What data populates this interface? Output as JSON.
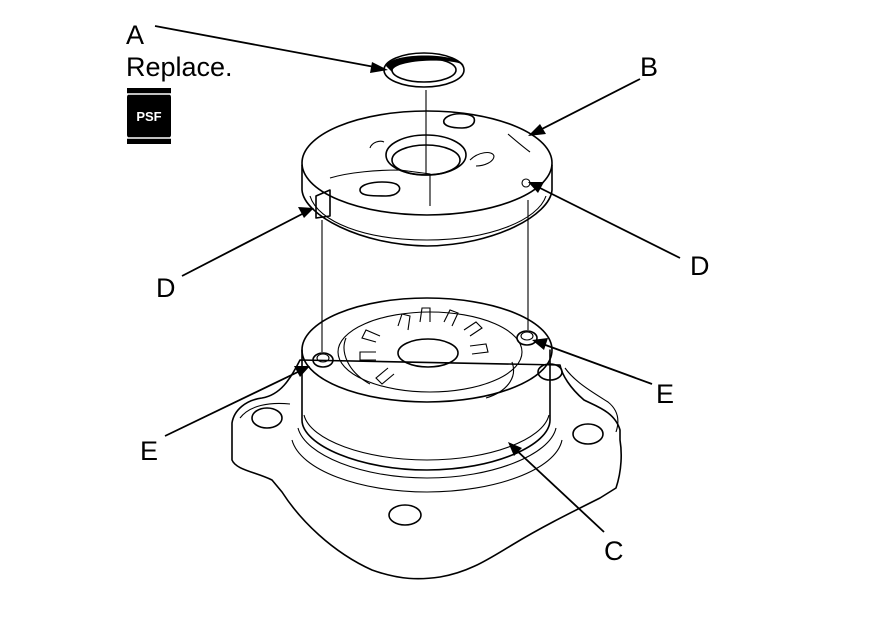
{
  "callouts": {
    "a": "A",
    "a_note": "Replace.",
    "b": "B",
    "c": "C",
    "d_left": "D",
    "d_right": "D",
    "e_left": "E",
    "e_right": "E"
  },
  "psf_icon": {
    "label": "PSF"
  },
  "colors": {
    "line": "#000000",
    "background": "#ffffff"
  }
}
